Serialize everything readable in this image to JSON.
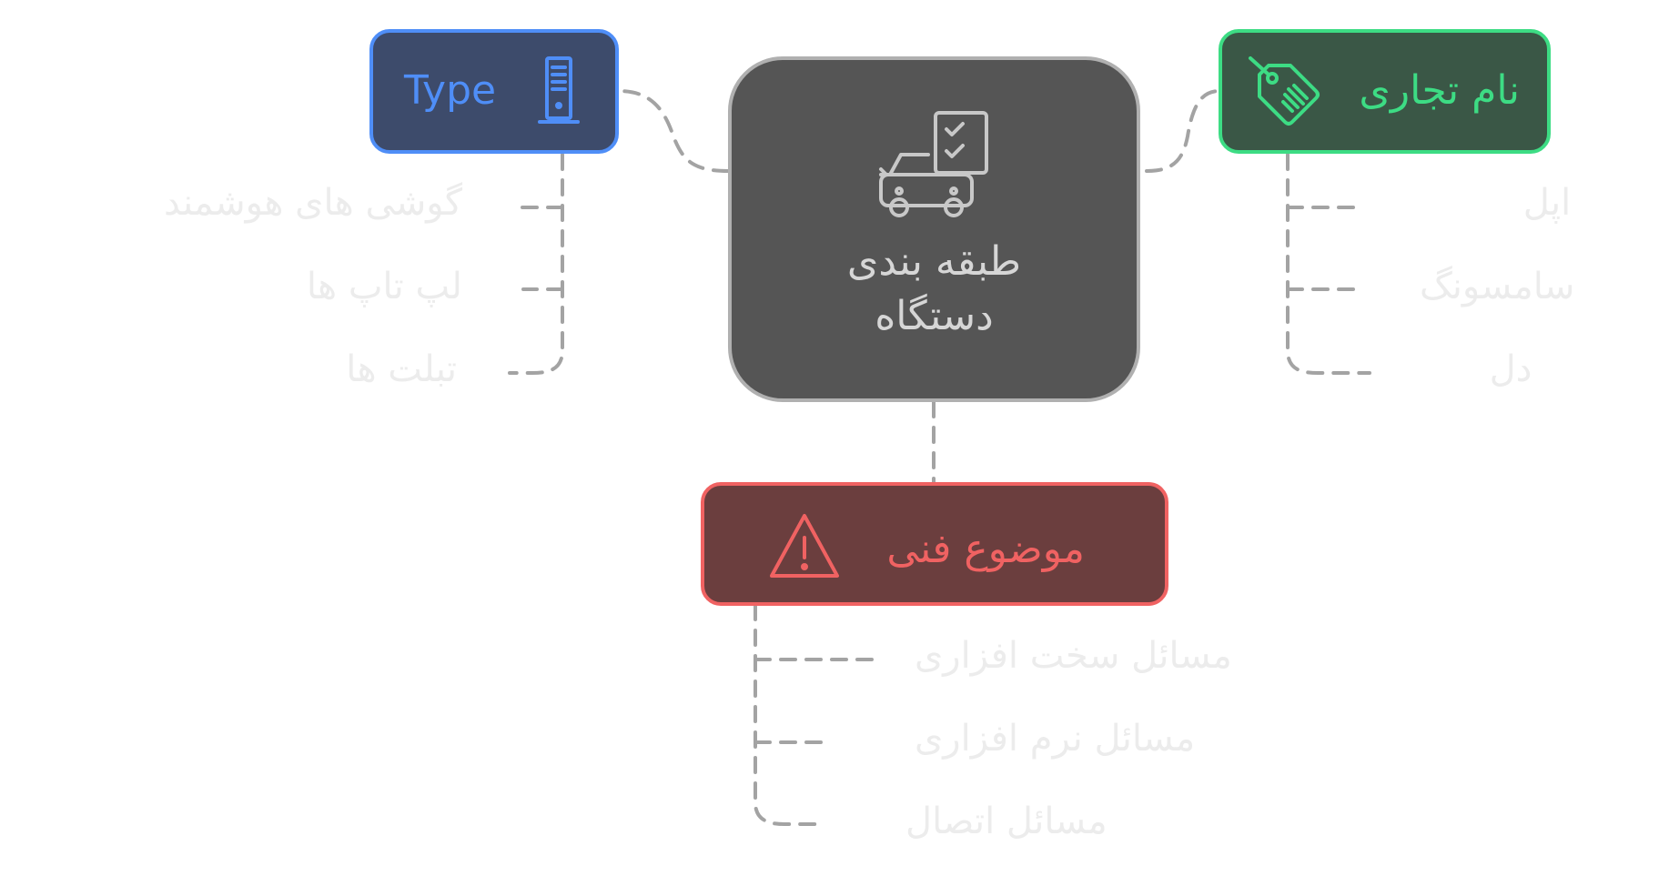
{
  "center": {
    "title_line1": "طبقه بندی",
    "title_line2": "دستگاه",
    "icon": "car-checklist-icon"
  },
  "type_node": {
    "label": "Type",
    "icon": "tower-server-icon",
    "items": [
      "گوشی های هوشمند",
      "لپ تاپ ها",
      "تبلت ها"
    ]
  },
  "brand_node": {
    "label": "نام تجاری",
    "icon": "price-tag-icon",
    "items": [
      "اپل",
      "سامسونگ",
      "دل"
    ]
  },
  "issue_node": {
    "label": "موضوع فنی",
    "icon": "warning-triangle-icon",
    "items": [
      "مسائل سخت افزاری",
      "مسائل نرم افزاری",
      "مسائل اتصال"
    ]
  },
  "colors": {
    "center_fill": "#555555",
    "center_border": "#b0b0b0",
    "center_text": "#d6d6d6",
    "type_fill": "#3d4b6b",
    "type_border": "#4f8ef7",
    "brand_fill": "#3a5746",
    "brand_border": "#3ddc84",
    "issue_fill": "#6b3e3e",
    "issue_border": "#f06262",
    "connector": "#a3a3a3",
    "leaf_text": "#ececec"
  }
}
